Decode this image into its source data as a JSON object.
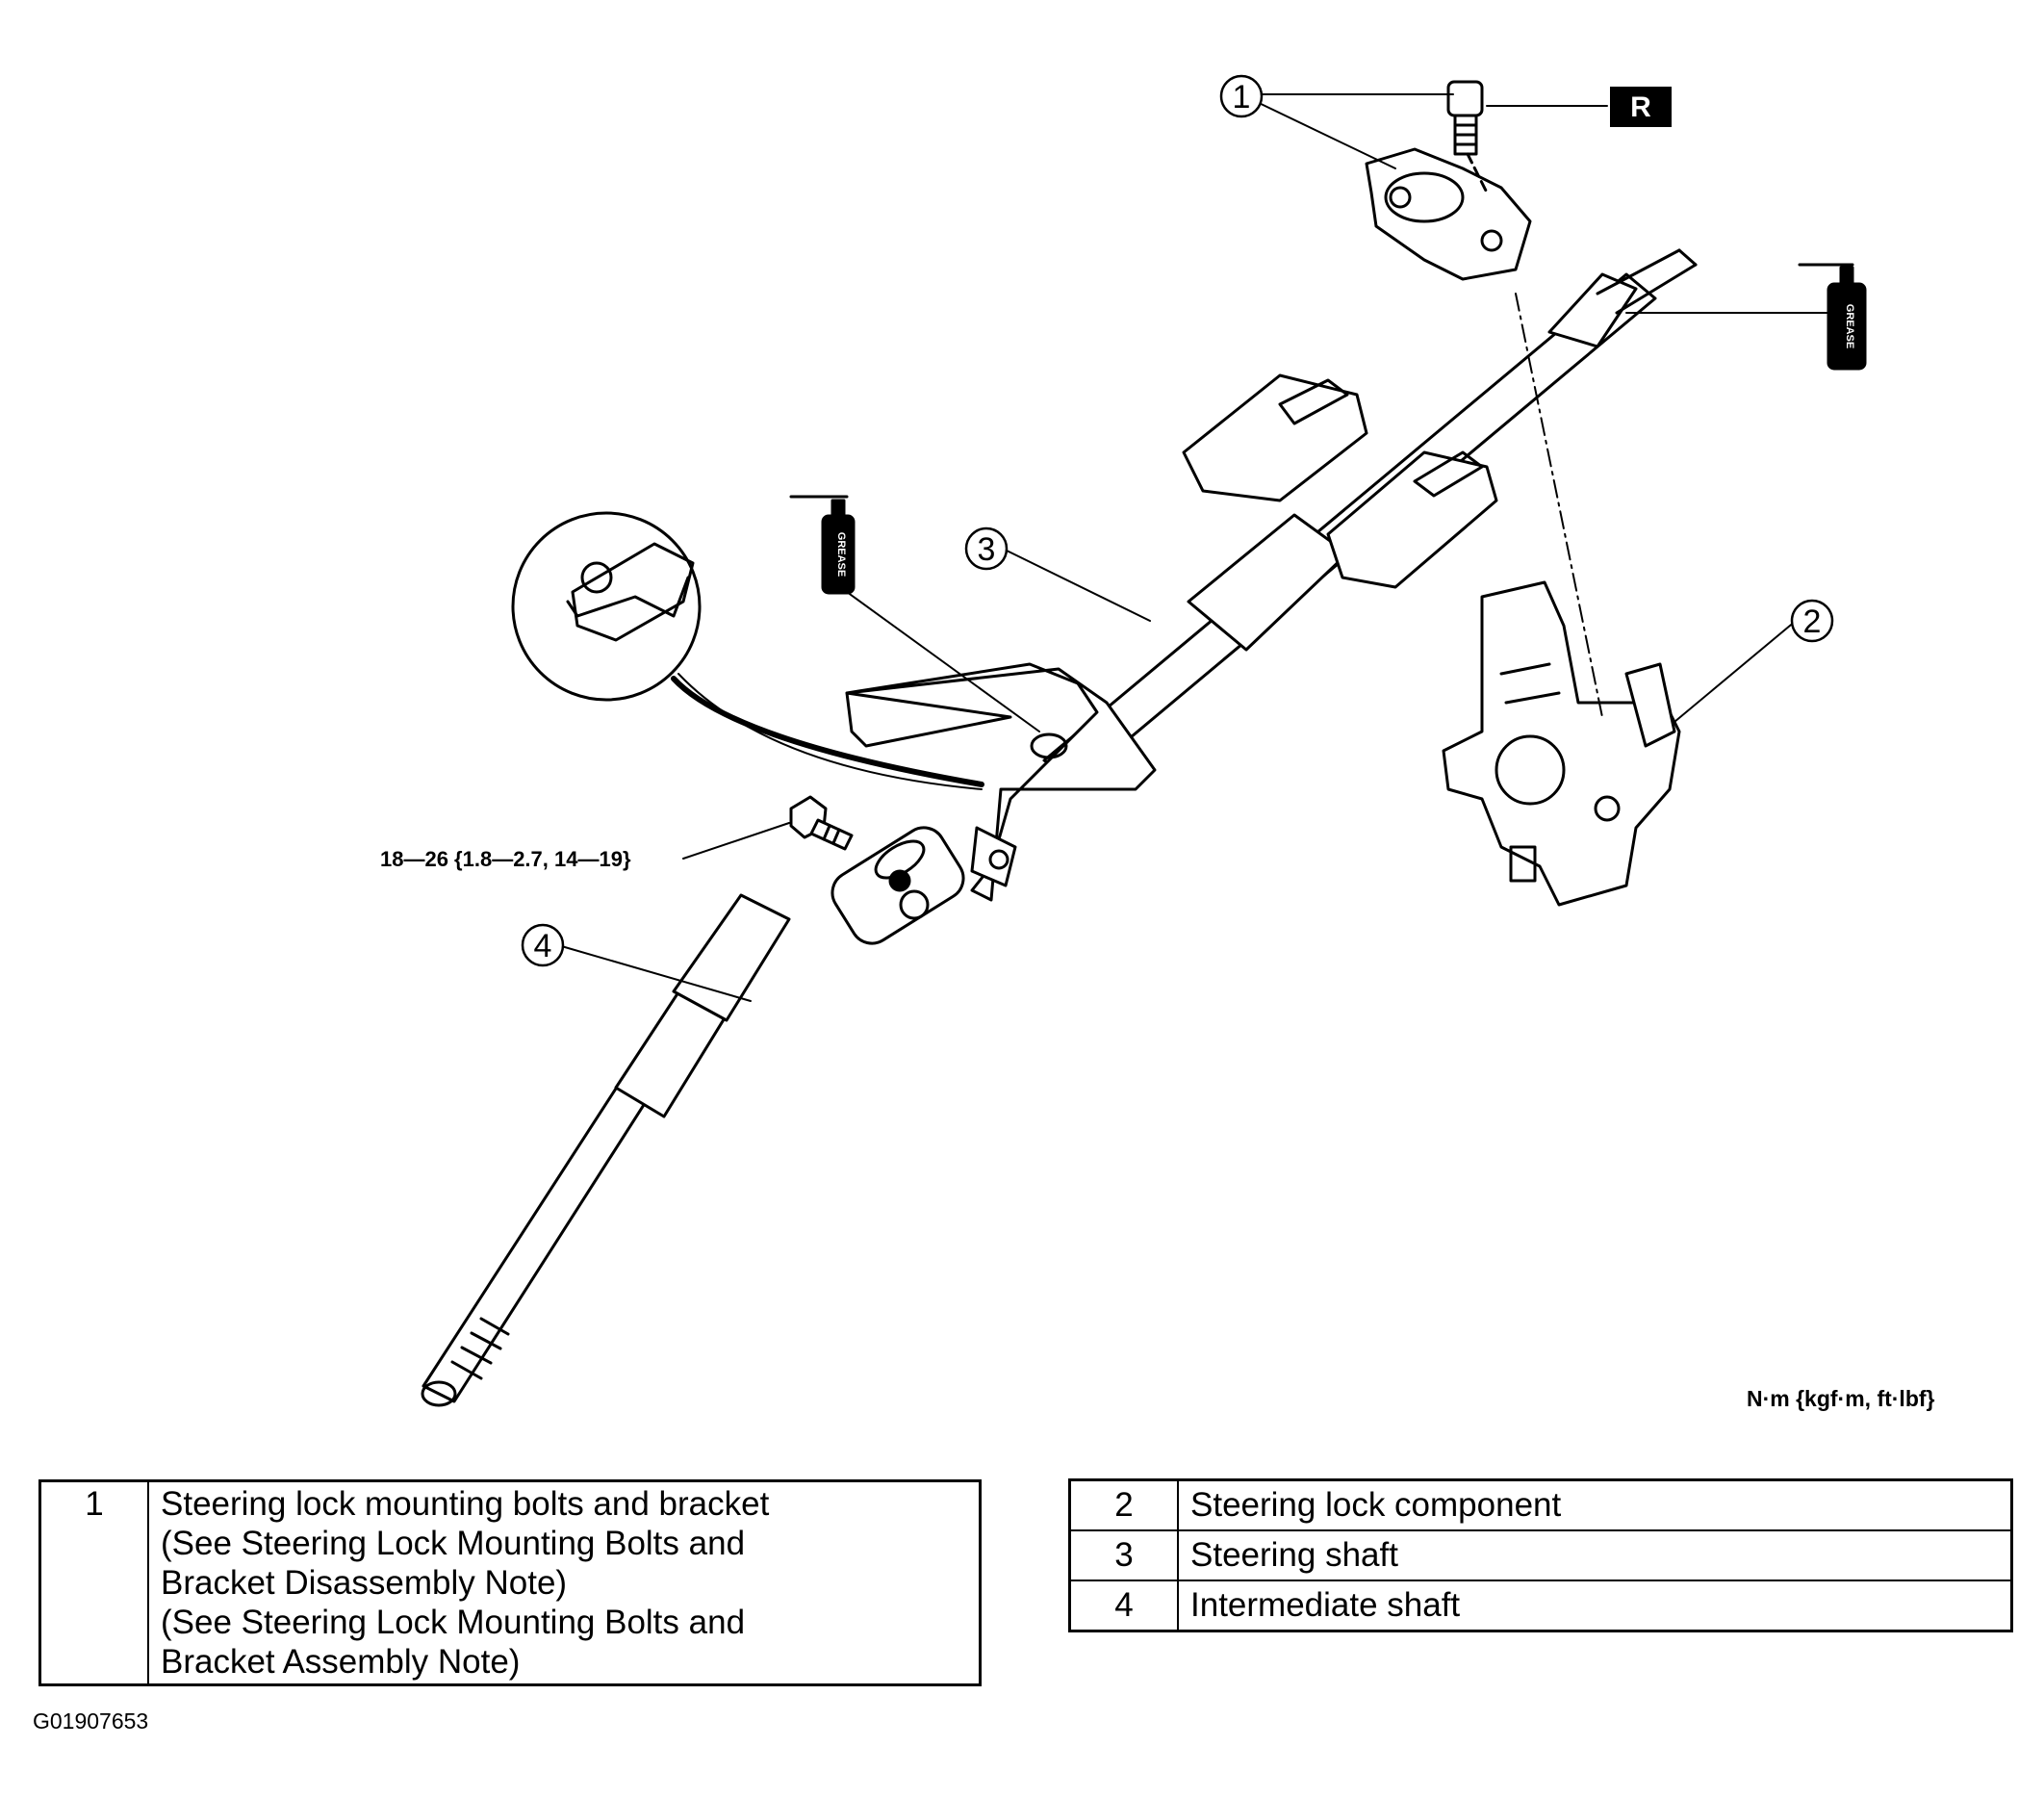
{
  "callouts": [
    "1",
    "2",
    "3",
    "4"
  ],
  "badge": "R",
  "grease_label": "GREASE",
  "torque_spec": "18—26 {1.8—2.7, 14—19}",
  "units_note": "N·m {kgf·m, ft·lbf}",
  "legend_left": {
    "num": "1",
    "lines": [
      "Steering lock mounting bolts and bracket",
      "(See Steering Lock Mounting Bolts and",
      "Bracket Disassembly Note)",
      "(See Steering Lock Mounting Bolts and",
      "Bracket Assembly Note)"
    ]
  },
  "legend_right": [
    {
      "num": "2",
      "desc": "Steering lock component"
    },
    {
      "num": "3",
      "desc": "Steering shaft"
    },
    {
      "num": "4",
      "desc": "Intermediate shaft"
    }
  ],
  "figure_id": "G01907653"
}
